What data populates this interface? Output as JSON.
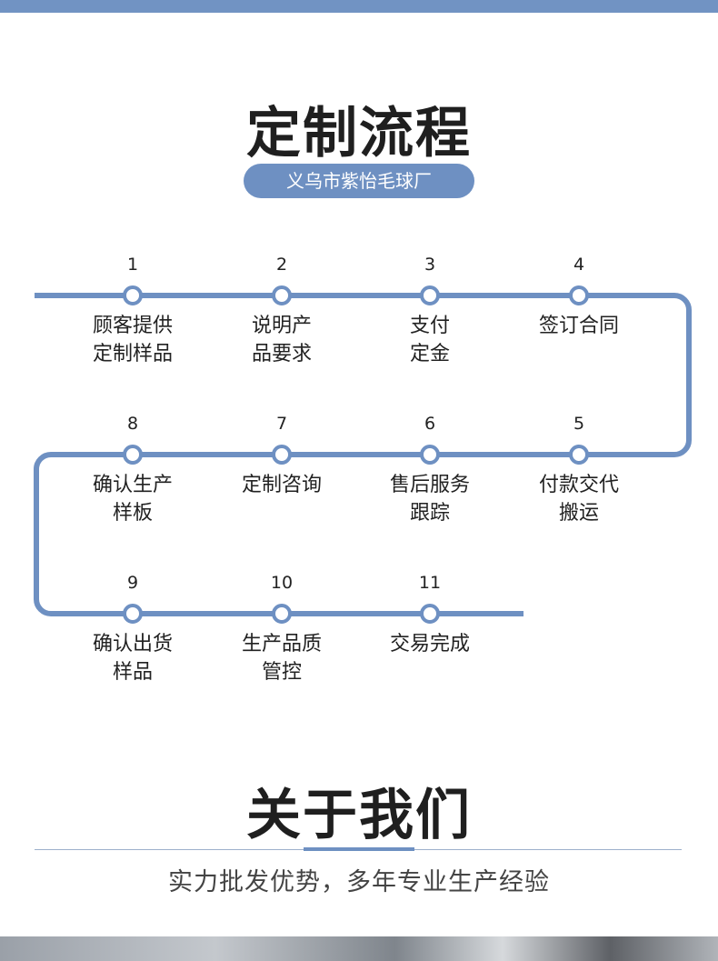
{
  "process": {
    "title": "定制流程",
    "company": "义乌市紫怡毛球厂",
    "steps": [
      {
        "num": "1",
        "label": "顾客提供\n定制样品"
      },
      {
        "num": "2",
        "label": "说明产\n品要求"
      },
      {
        "num": "3",
        "label": "支付\n定金"
      },
      {
        "num": "4",
        "label": "签订合同"
      },
      {
        "num": "5",
        "label": "付款交代\n搬运"
      },
      {
        "num": "6",
        "label": "售后服务\n跟踪"
      },
      {
        "num": "7",
        "label": "定制咨询"
      },
      {
        "num": "8",
        "label": "确认生产\n样板"
      },
      {
        "num": "9",
        "label": "确认出货\n样品"
      },
      {
        "num": "10",
        "label": "生产品质\n管控"
      },
      {
        "num": "11",
        "label": "交易完成"
      }
    ]
  },
  "about": {
    "title": "关于我们",
    "subtitle": "实力批发优势，多年专业生产经验"
  },
  "colors": {
    "accent": "#6e90c2",
    "top_bar": "#7193c3",
    "text": "#222222"
  }
}
